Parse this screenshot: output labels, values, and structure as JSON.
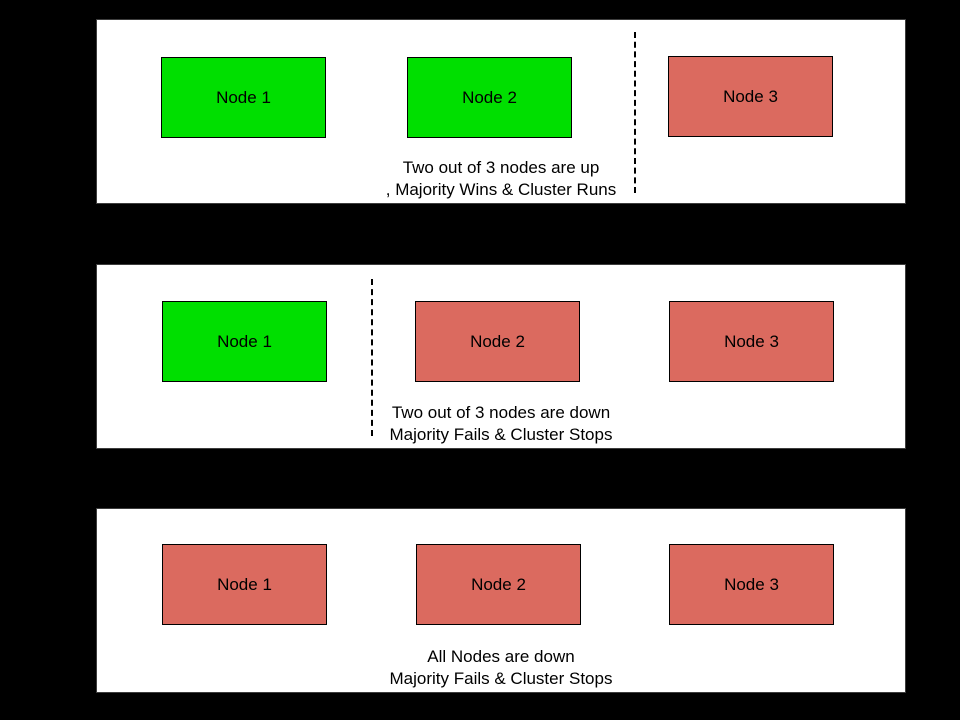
{
  "colors": {
    "background": "#000000",
    "panel_background": "#ffffff",
    "node_up": "#00df00",
    "node_down": "#db6a5f",
    "node_border": "#000000",
    "text": "#000000"
  },
  "panels": [
    {
      "id": "scenario-two-nodes-up",
      "nodes": [
        {
          "label": "Node 1",
          "status": "up"
        },
        {
          "label": "Node 2",
          "status": "up"
        },
        {
          "label": "Node 3",
          "status": "down"
        }
      ],
      "caption": {
        "line1": "Two out of 3 nodes are up",
        "line2": ", Majority Wins & Cluster Runs"
      }
    },
    {
      "id": "scenario-two-nodes-down",
      "nodes": [
        {
          "label": "Node 1",
          "status": "up"
        },
        {
          "label": "Node 2",
          "status": "down"
        },
        {
          "label": "Node 3",
          "status": "down"
        }
      ],
      "caption": {
        "line1": "Two out of 3 nodes are down",
        "line2": "Majority Fails & Cluster Stops"
      }
    },
    {
      "id": "scenario-all-nodes-down",
      "nodes": [
        {
          "label": "Node 1",
          "status": "down"
        },
        {
          "label": "Node 2",
          "status": "down"
        },
        {
          "label": "Node 3",
          "status": "down"
        }
      ],
      "caption": {
        "line1": "All Nodes are down",
        "line2": "Majority Fails & Cluster Stops"
      }
    }
  ]
}
